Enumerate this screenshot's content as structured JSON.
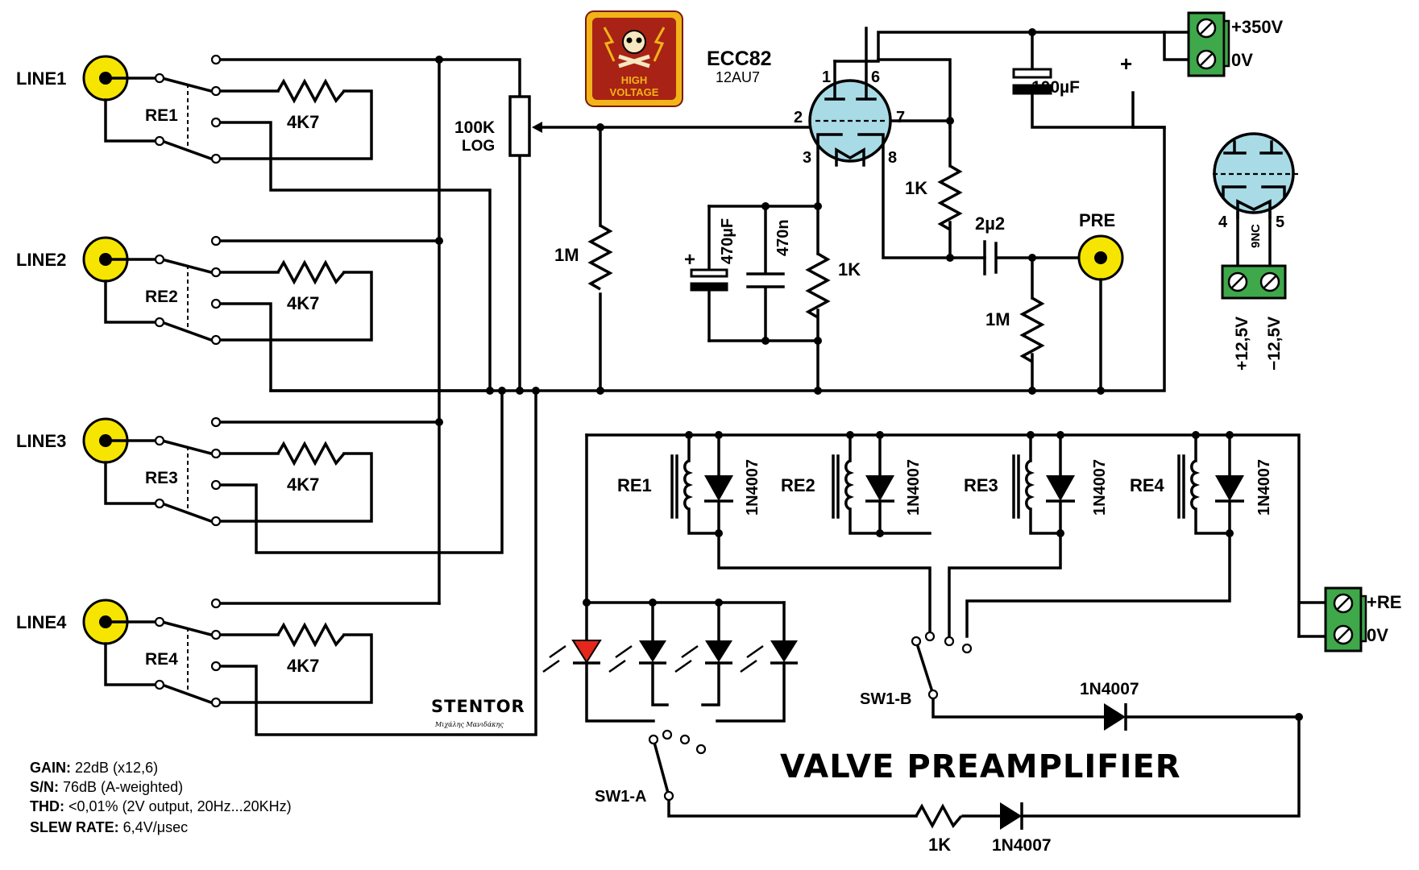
{
  "labels": {
    "line1": "LINE1",
    "line2": "LINE2",
    "line3": "LINE3",
    "line4": "LINE4",
    "re1": "RE1",
    "re2": "RE2",
    "re3": "RE3",
    "re4": "RE4",
    "r_4k7": "4K7",
    "pot_value": "100K",
    "pot_taper": "LOG",
    "tube": "ECC82",
    "tube_alt": "12AU7",
    "pin1": "1",
    "pin2": "2",
    "pin3": "3",
    "pin6": "6",
    "pin7": "7",
    "pin8": "8",
    "pin4": "4",
    "pin5": "5",
    "pin9": "9NC",
    "hv_top": "+350V",
    "hv_zero": "0V",
    "cap_100uf": "100µF",
    "r_1m": "1M",
    "r_1k": "1K",
    "cap_470uf": "470µF",
    "cap_470n": "470n",
    "cap_2u2": "2µ2",
    "pre": "PRE",
    "heater_pos": "+12,5V",
    "heater_neg": "−12,5V",
    "relay_pos": "+RE",
    "relay_zero": "0V",
    "diode": "1N4007",
    "sw1a": "SW1-A",
    "sw1b": "SW1-B",
    "warning_l1": "HIGH",
    "warning_l2": "VOLTAGE",
    "brand": "STENTOR",
    "brand_sub": "Μιχάλης Μανιδάκης",
    "title": "VALVE PREAMPLIFIER"
  },
  "specs": {
    "gain_key": "GAIN:",
    "gain_val": "22dB (x12,6)",
    "sn_key": "S/N:",
    "sn_val": "76dB (A-weighted)",
    "thd_key": "THD:",
    "thd_val": "<0,01% (2V output, 20Hz...20KHz)",
    "slew_key": "SLEW RATE:",
    "slew_val": "6,4V/μsec"
  },
  "colors": {
    "jack": "#f6e500",
    "tube_glass": "#a9dbe6",
    "terminal": "#3ea84a",
    "led_on": "#e4271a",
    "warning_bg": "#a82315",
    "warning_border": "#f2b418"
  },
  "icons": [
    "rca-jack-icon",
    "relay-coil-icon",
    "diode-icon",
    "led-icon",
    "resistor-icon",
    "capacitor-icon",
    "potentiometer-icon",
    "triode-tube-icon",
    "screw-terminal-icon",
    "skull-warning-icon"
  ]
}
